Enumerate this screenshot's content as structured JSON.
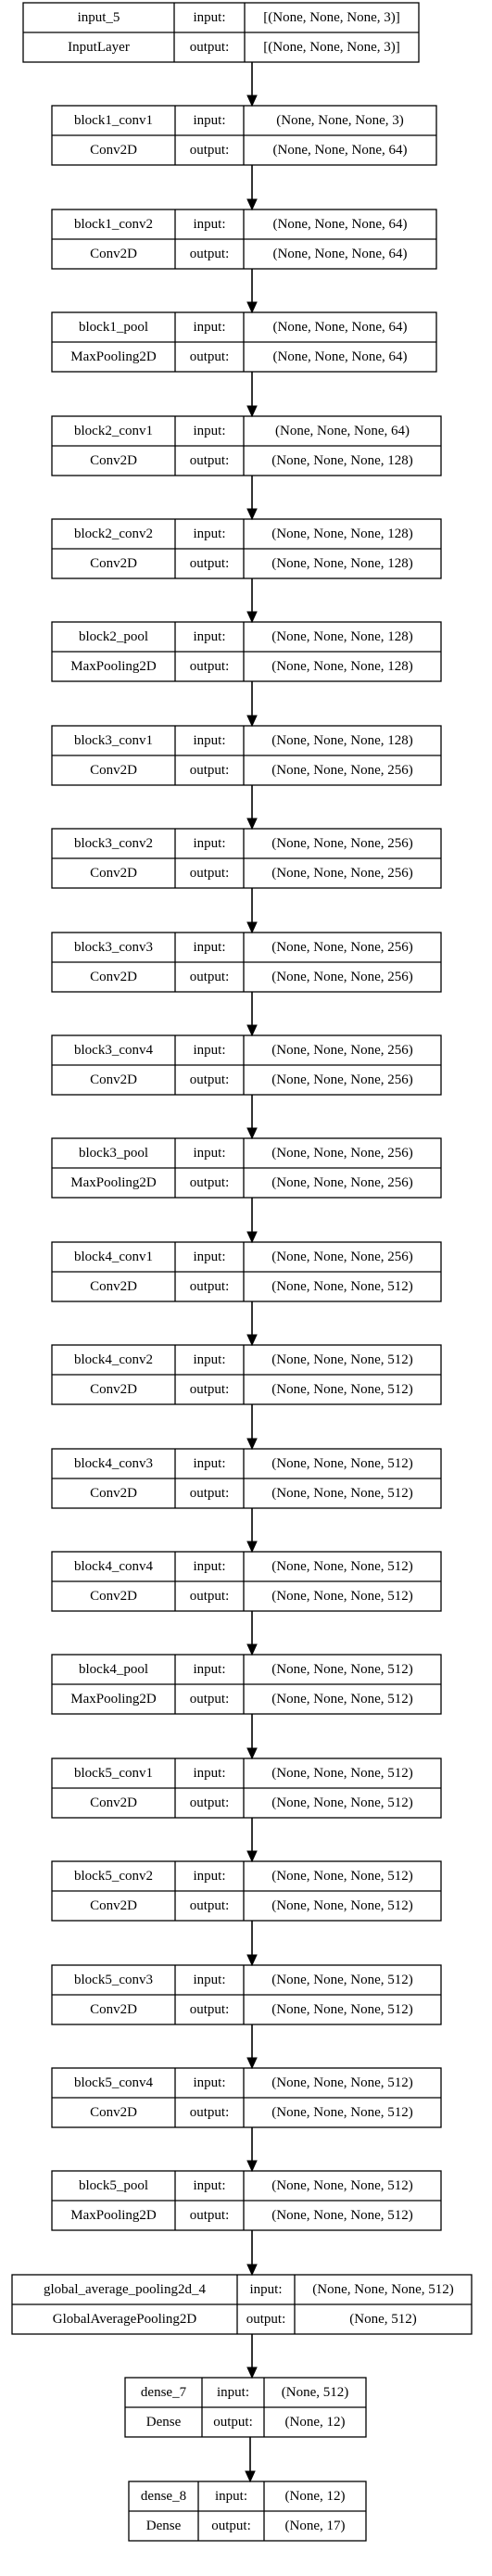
{
  "diagram": {
    "input_label": "input:",
    "output_label": "output:",
    "nodes": [
      {
        "name": "input_5",
        "type": "InputLayer",
        "input": "[(None, None, None, 3)]",
        "output": "[(None, None, None, 3)]"
      },
      {
        "name": "block1_conv1",
        "type": "Conv2D",
        "input": "(None, None, None, 3)",
        "output": "(None, None, None, 64)"
      },
      {
        "name": "block1_conv2",
        "type": "Conv2D",
        "input": "(None, None, None, 64)",
        "output": "(None, None, None, 64)"
      },
      {
        "name": "block1_pool",
        "type": "MaxPooling2D",
        "input": "(None, None, None, 64)",
        "output": "(None, None, None, 64)"
      },
      {
        "name": "block2_conv1",
        "type": "Conv2D",
        "input": "(None, None, None, 64)",
        "output": "(None, None, None, 128)"
      },
      {
        "name": "block2_conv2",
        "type": "Conv2D",
        "input": "(None, None, None, 128)",
        "output": "(None, None, None, 128)"
      },
      {
        "name": "block2_pool",
        "type": "MaxPooling2D",
        "input": "(None, None, None, 128)",
        "output": "(None, None, None, 128)"
      },
      {
        "name": "block3_conv1",
        "type": "Conv2D",
        "input": "(None, None, None, 128)",
        "output": "(None, None, None, 256)"
      },
      {
        "name": "block3_conv2",
        "type": "Conv2D",
        "input": "(None, None, None, 256)",
        "output": "(None, None, None, 256)"
      },
      {
        "name": "block3_conv3",
        "type": "Conv2D",
        "input": "(None, None, None, 256)",
        "output": "(None, None, None, 256)"
      },
      {
        "name": "block3_conv4",
        "type": "Conv2D",
        "input": "(None, None, None, 256)",
        "output": "(None, None, None, 256)"
      },
      {
        "name": "block3_pool",
        "type": "MaxPooling2D",
        "input": "(None, None, None, 256)",
        "output": "(None, None, None, 256)"
      },
      {
        "name": "block4_conv1",
        "type": "Conv2D",
        "input": "(None, None, None, 256)",
        "output": "(None, None, None, 512)"
      },
      {
        "name": "block4_conv2",
        "type": "Conv2D",
        "input": "(None, None, None, 512)",
        "output": "(None, None, None, 512)"
      },
      {
        "name": "block4_conv3",
        "type": "Conv2D",
        "input": "(None, None, None, 512)",
        "output": "(None, None, None, 512)"
      },
      {
        "name": "block4_conv4",
        "type": "Conv2D",
        "input": "(None, None, None, 512)",
        "output": "(None, None, None, 512)"
      },
      {
        "name": "block4_pool",
        "type": "MaxPooling2D",
        "input": "(None, None, None, 512)",
        "output": "(None, None, None, 512)"
      },
      {
        "name": "block5_conv1",
        "type": "Conv2D",
        "input": "(None, None, None, 512)",
        "output": "(None, None, None, 512)"
      },
      {
        "name": "block5_conv2",
        "type": "Conv2D",
        "input": "(None, None, None, 512)",
        "output": "(None, None, None, 512)"
      },
      {
        "name": "block5_conv3",
        "type": "Conv2D",
        "input": "(None, None, None, 512)",
        "output": "(None, None, None, 512)"
      },
      {
        "name": "block5_conv4",
        "type": "Conv2D",
        "input": "(None, None, None, 512)",
        "output": "(None, None, None, 512)"
      },
      {
        "name": "block5_pool",
        "type": "MaxPooling2D",
        "input": "(None, None, None, 512)",
        "output": "(None, None, None, 512)"
      },
      {
        "name": "global_average_pooling2d_4",
        "type": "GlobalAveragePooling2D",
        "input": "(None, None, None, 512)",
        "output": "(None, 512)"
      },
      {
        "name": "dense_7",
        "type": "Dense",
        "input": "(None, 512)",
        "output": "(None, 12)"
      },
      {
        "name": "dense_8",
        "type": "Dense",
        "input": "(None, 12)",
        "output": "(None, 17)"
      }
    ]
  }
}
